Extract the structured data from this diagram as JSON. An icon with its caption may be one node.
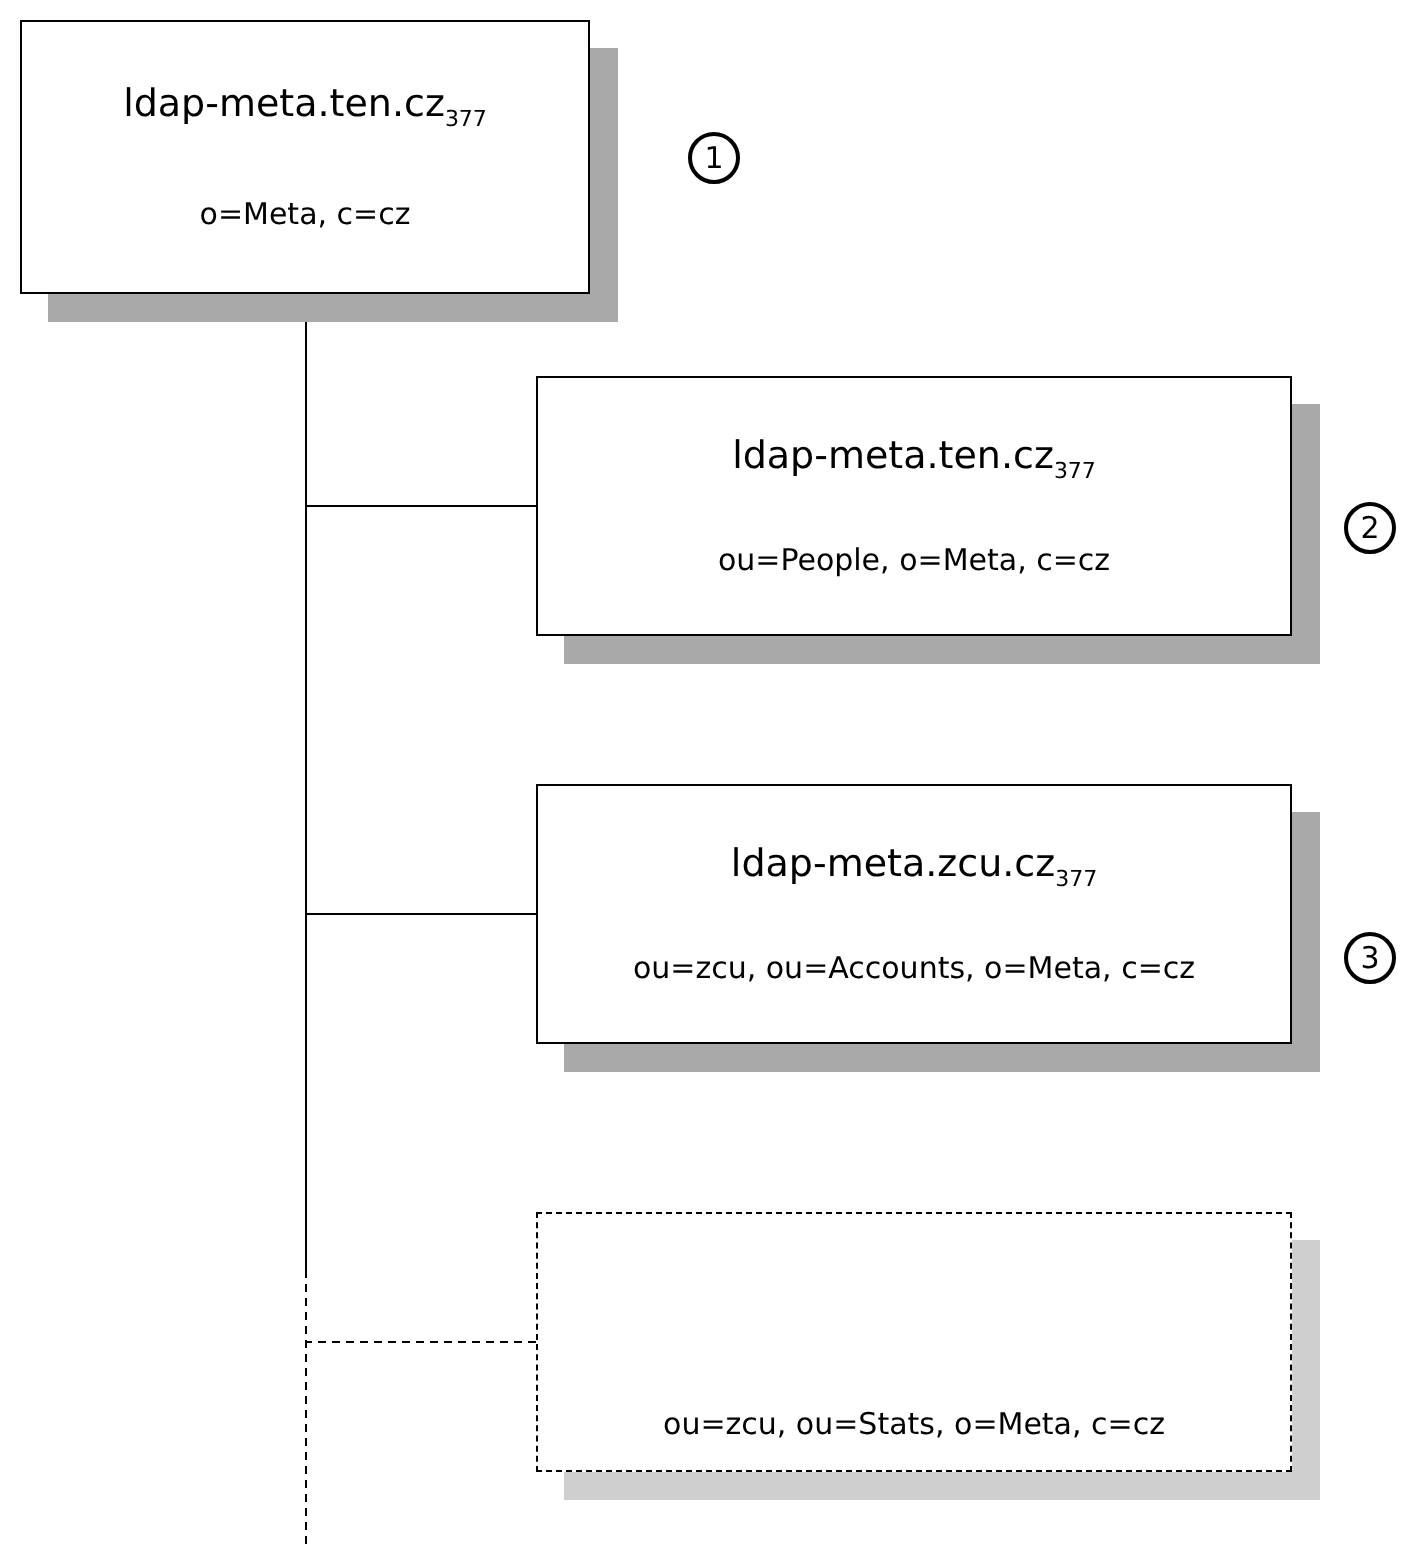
{
  "diagram": {
    "nodes": [
      {
        "text": [
          "ldap-meta.ten.cz$_{377}$",
          "o=Meta, c=cz"
        ]
      },
      {
        "text": [
          "ldap-meta.ten.cz$_{377}$",
          "ou=People, o=Meta, c=cz"
        ]
      },
      {
        "text": [
          "ldap-meta.zcu.cz$_{377}$",
          "ou=zcu, ou=Accounts, o=Meta, c=cz"
        ]
      },
      {
        "text": [
          "ou=zcu, ou=Stats, o=Meta, c=cz"
        ]
      }
    ],
    "edges": [
      {
        "from": 0,
        "to": 1,
        "arrow": "none"
      },
      {
        "from": 0,
        "to": 2,
        "arrow": "none"
      },
      {
        "from": 0,
        "to": 3,
        "arrow": "none",
        "style": "dashed"
      },
      {
        "from": 0,
        "to": null,
        "arrow": "none",
        "style": "dashed"
      }
    ],
    "labels": [
      "1",
      "2",
      "3"
    ]
  }
}
